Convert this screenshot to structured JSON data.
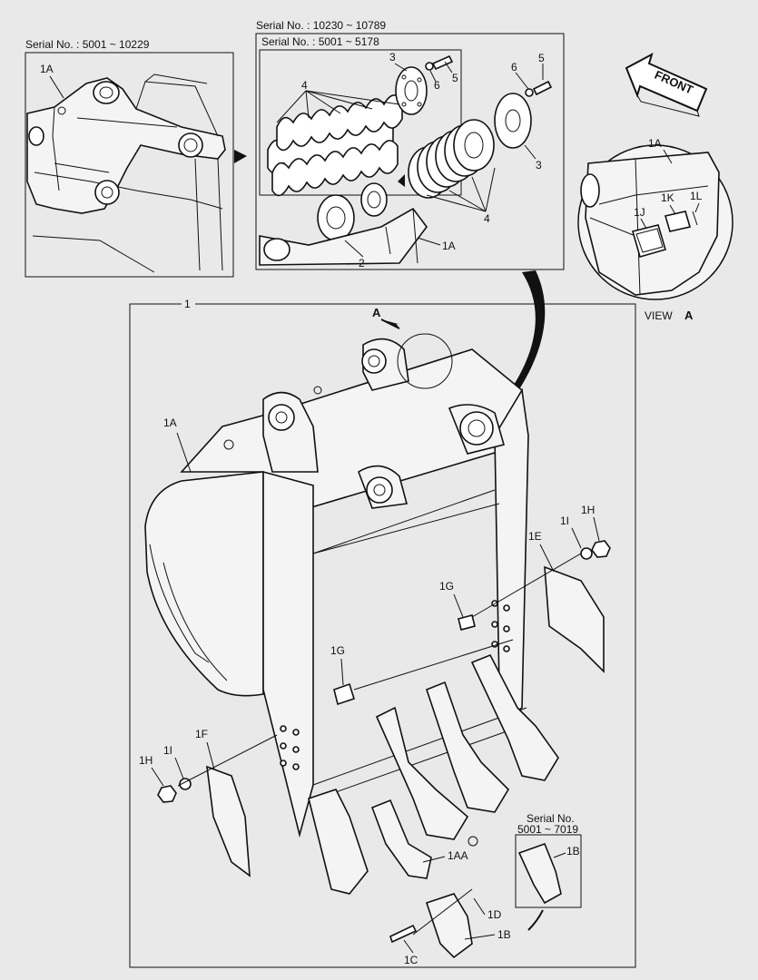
{
  "panels": {
    "top_left_serial": "Serial No. : 5001 ~ 10229",
    "top_mid_serial": "Serial No. : 10230 ~ 10789",
    "top_mid_inner_serial": "Serial No. : 5001 ~ 5178",
    "inset_serial_line1": "Serial No.",
    "inset_serial_line2": "5001 ~ 7019",
    "view_label": "VIEW",
    "view_letter": "A",
    "front_label": "FRONT",
    "view_arrow_letter": "A"
  },
  "labels": {
    "assembly": "1",
    "tl_1A": "1A",
    "tm_3a": "3",
    "tm_4a": "4",
    "tm_5a": "5",
    "tm_6a": "6",
    "tm_6b": "6",
    "tm_5b": "5",
    "tm_3b": "3",
    "tm_4b": "4",
    "tm_2": "2",
    "tm_1A": "1A",
    "va_1A": "1A",
    "va_1J": "1J",
    "va_1K": "1K",
    "va_1L": "1L",
    "main_1A": "1A",
    "main_1H_right": "1H",
    "main_1I_right": "1I",
    "main_1E": "1E",
    "main_1G_right": "1G",
    "main_1G_left": "1G",
    "main_1F": "1F",
    "main_1H_left": "1H",
    "main_1I_left": "1I",
    "main_1AA": "1AA",
    "main_1D": "1D",
    "main_1B": "1B",
    "main_1C": "1C",
    "inset_1B": "1B"
  }
}
